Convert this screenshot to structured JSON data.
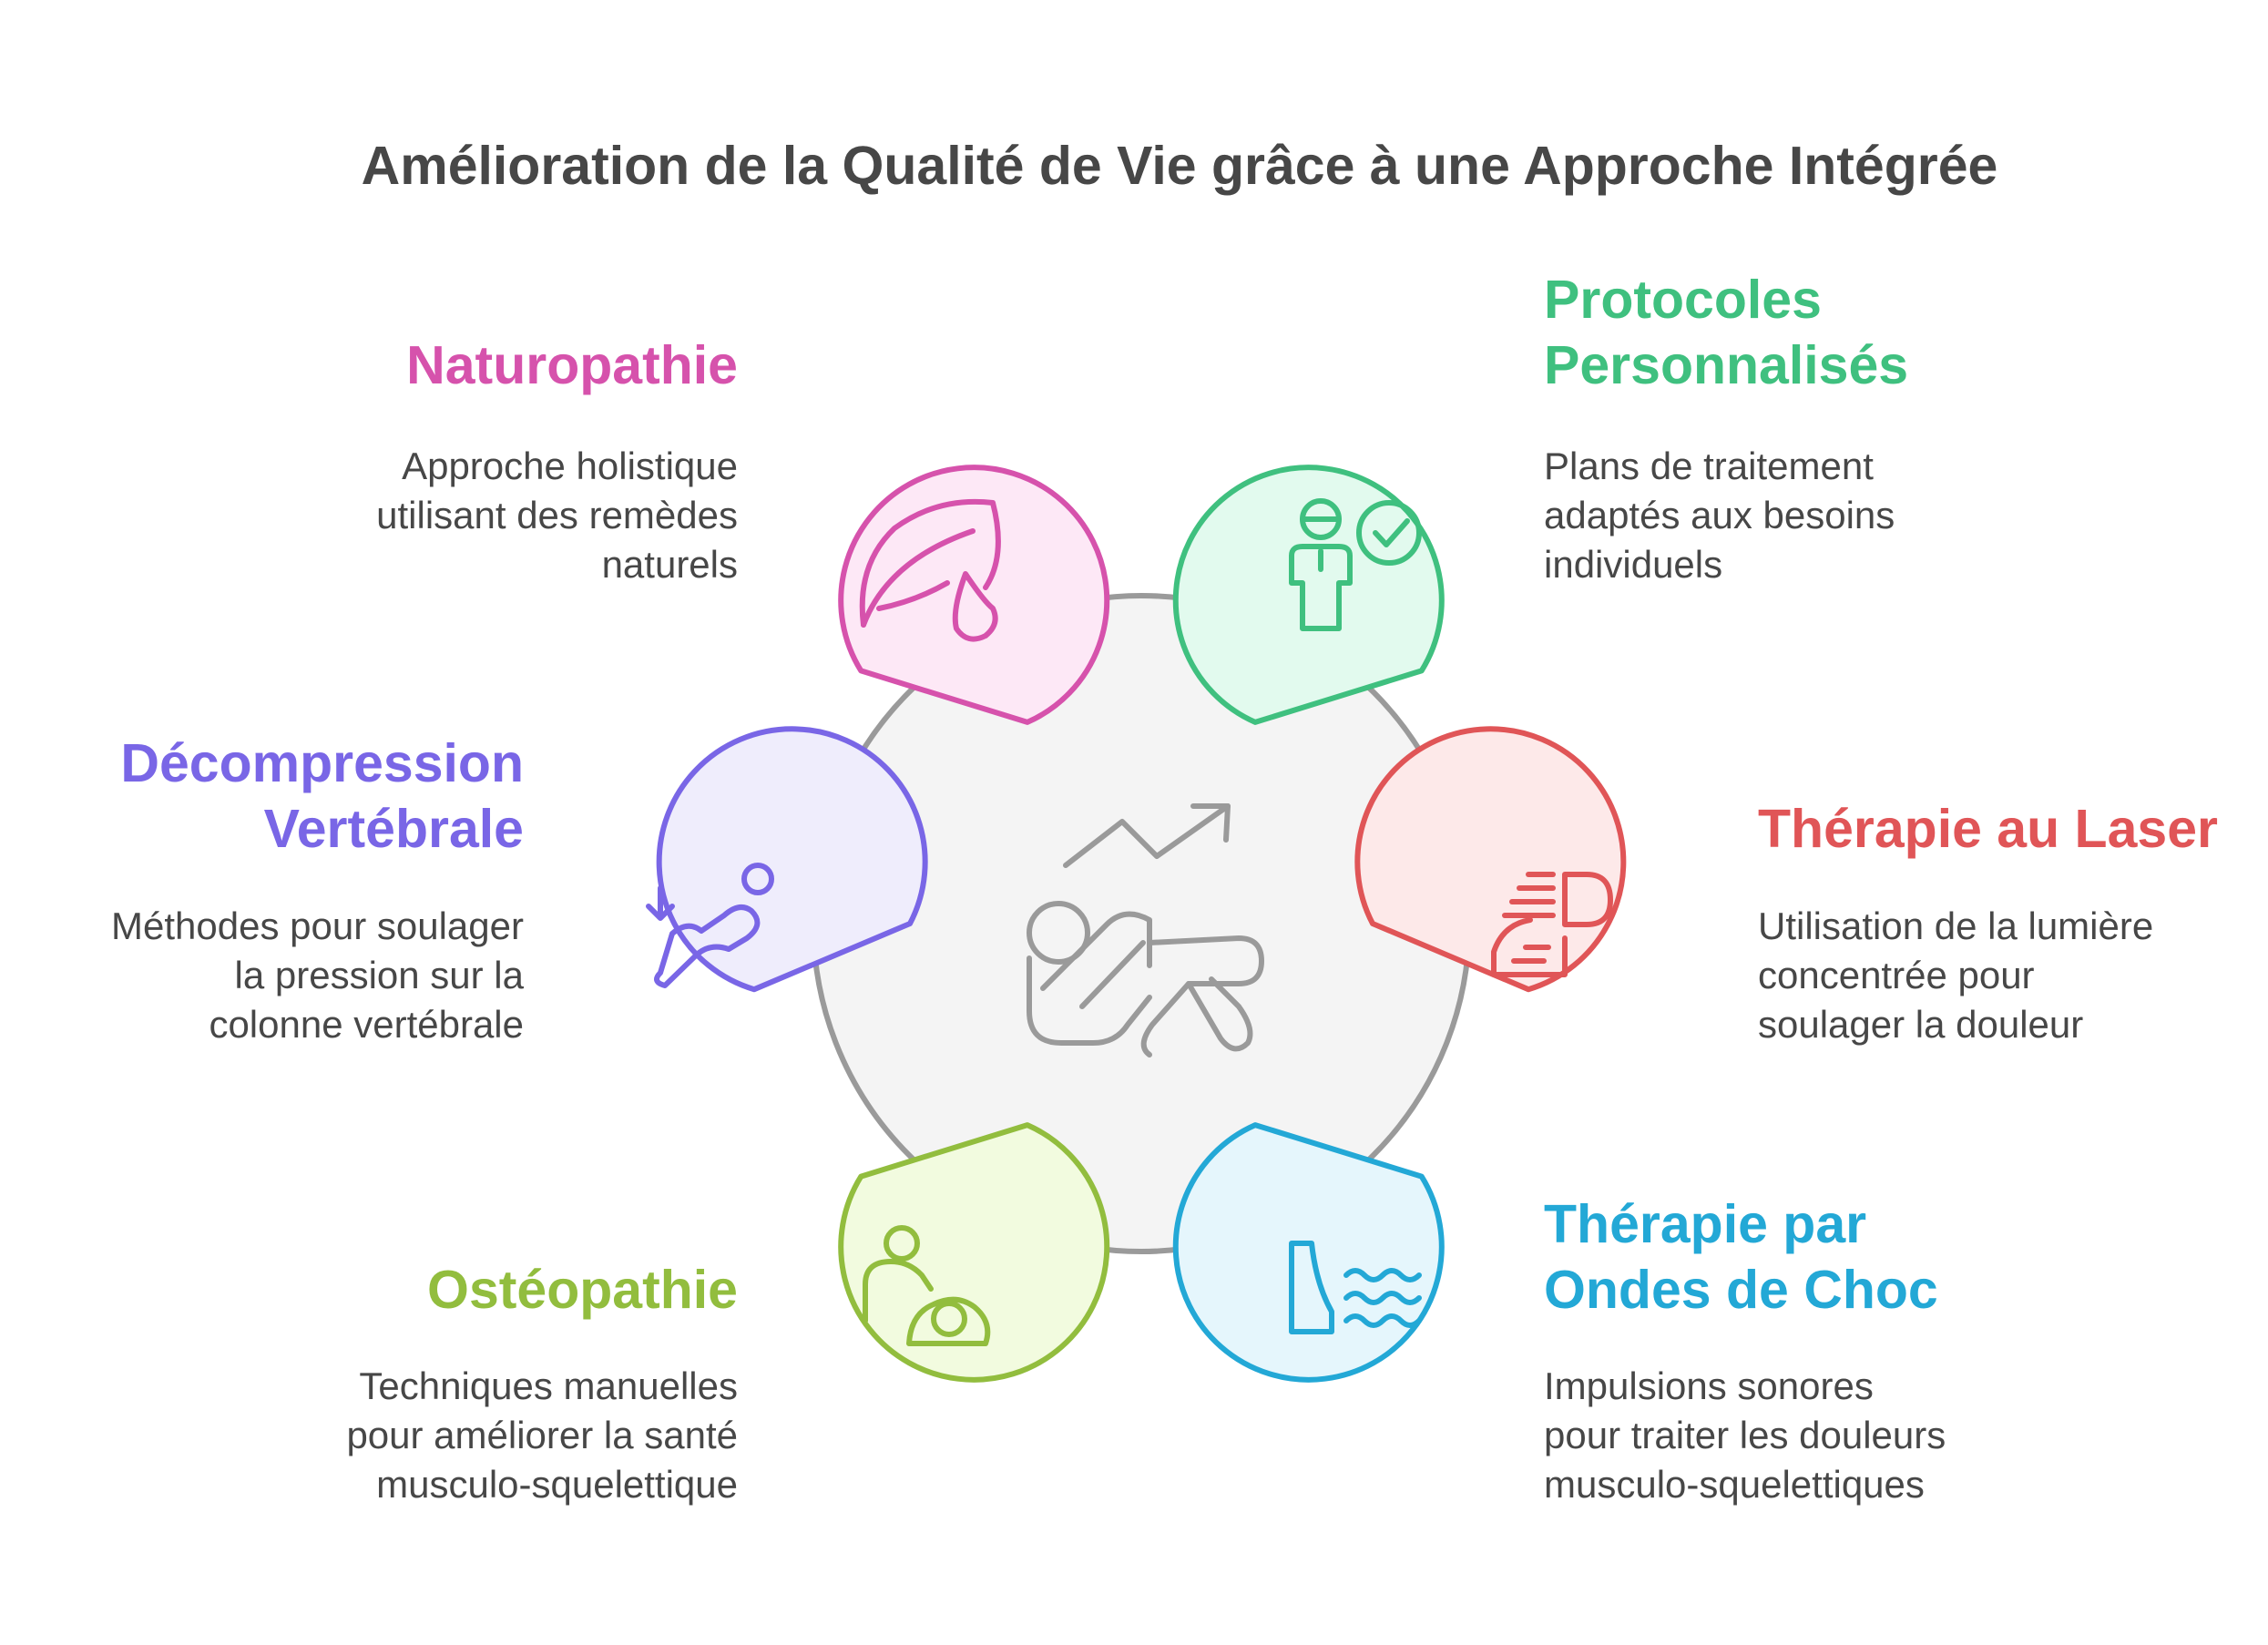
{
  "title": "Amélioration de la Qualité de Vie grâce à une Approche Intégrée",
  "colors": {
    "center_fill": "#f4f4f4",
    "center_stroke": "#9a9a9a",
    "naturopathie": "#d652ac",
    "naturopathie_bg": "#fde8f6",
    "protocoles": "#3fc07f",
    "protocoles_bg": "#e2faee",
    "decompression": "#7966e6",
    "decompression_bg": "#efedfc",
    "laser": "#e05557",
    "laser_bg": "#fde9e9",
    "osteopathie": "#92bd3e",
    "osteopathie_bg": "#f2fbdf",
    "ondes": "#23a8d6",
    "ondes_bg": "#e5f6fc",
    "text": "#474747"
  },
  "center": {
    "icon": "person-stretching-with-trend-arrow-icon"
  },
  "items": {
    "naturopathie": {
      "title": "Naturopathie",
      "lines": [
        "Approche holistique",
        "utilisant des remèdes",
        "naturels"
      ],
      "icon": "leaf-drop-icon"
    },
    "protocoles": {
      "title_lines": [
        "Protocoles",
        "Personnalisés"
      ],
      "lines": [
        "Plans de traitement",
        "adaptés aux besoins",
        "individuels"
      ],
      "icon": "person-check-icon"
    },
    "decompression": {
      "title_lines": [
        "Décompression",
        "Vertébrale"
      ],
      "lines": [
        "Méthodes pour soulager",
        "la pression sur la",
        "colonne vertébrale"
      ],
      "icon": "spine-stretch-icon"
    },
    "laser": {
      "title": "Thérapie au Laser",
      "lines": [
        "Utilisation de la lumière",
        "concentrée pour",
        "soulager la douleur"
      ],
      "icon": "laser-beam-icon"
    },
    "osteopathie": {
      "title": "Ostéopathie",
      "lines": [
        "Techniques manuelles",
        "pour améliorer la santé",
        "musculo-squelettique"
      ],
      "icon": "therapist-patient-icon"
    },
    "ondes": {
      "title_lines": [
        "Thérapie par",
        "Ondes de Choc"
      ],
      "lines": [
        "Impulsions sonores",
        "pour traiter les douleurs",
        "musculo-squelettiques"
      ],
      "icon": "shockwave-icon"
    }
  }
}
